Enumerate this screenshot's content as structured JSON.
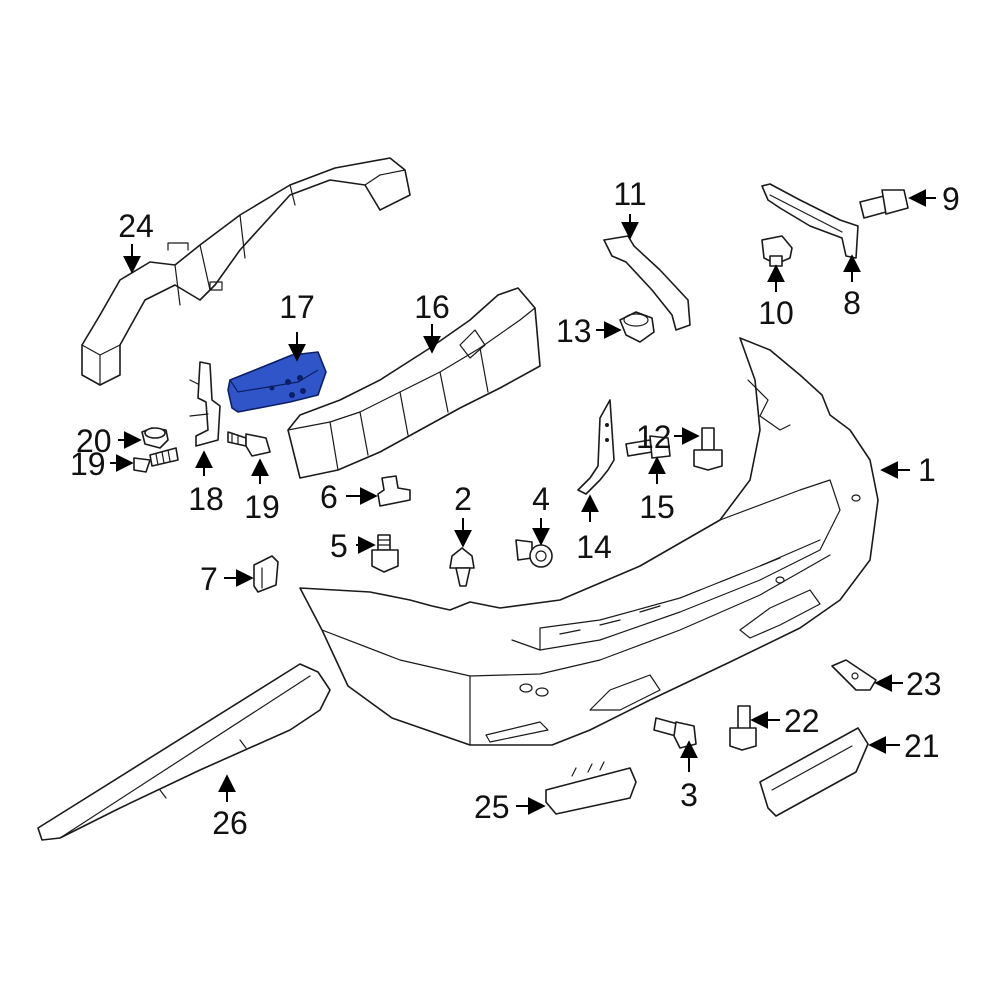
{
  "diagram": {
    "highlight_color": "#2f55c8",
    "line_color": "#1a1a1a",
    "callouts": [
      {
        "id": "c1",
        "label": "1"
      },
      {
        "id": "c2",
        "label": "2"
      },
      {
        "id": "c3",
        "label": "3"
      },
      {
        "id": "c4",
        "label": "4"
      },
      {
        "id": "c5",
        "label": "5"
      },
      {
        "id": "c6",
        "label": "6"
      },
      {
        "id": "c7",
        "label": "7"
      },
      {
        "id": "c8",
        "label": "8"
      },
      {
        "id": "c9",
        "label": "9"
      },
      {
        "id": "c10",
        "label": "10"
      },
      {
        "id": "c11",
        "label": "11"
      },
      {
        "id": "c12",
        "label": "12"
      },
      {
        "id": "c13",
        "label": "13"
      },
      {
        "id": "c14",
        "label": "14"
      },
      {
        "id": "c15",
        "label": "15"
      },
      {
        "id": "c16",
        "label": "16"
      },
      {
        "id": "c17",
        "label": "17"
      },
      {
        "id": "c18",
        "label": "18"
      },
      {
        "id": "c19a",
        "label": "19"
      },
      {
        "id": "c19b",
        "label": "19"
      },
      {
        "id": "c20",
        "label": "20"
      },
      {
        "id": "c21",
        "label": "21"
      },
      {
        "id": "c22",
        "label": "22"
      },
      {
        "id": "c23",
        "label": "23"
      },
      {
        "id": "c24",
        "label": "24"
      },
      {
        "id": "c25",
        "label": "25"
      },
      {
        "id": "c26",
        "label": "26"
      }
    ]
  }
}
